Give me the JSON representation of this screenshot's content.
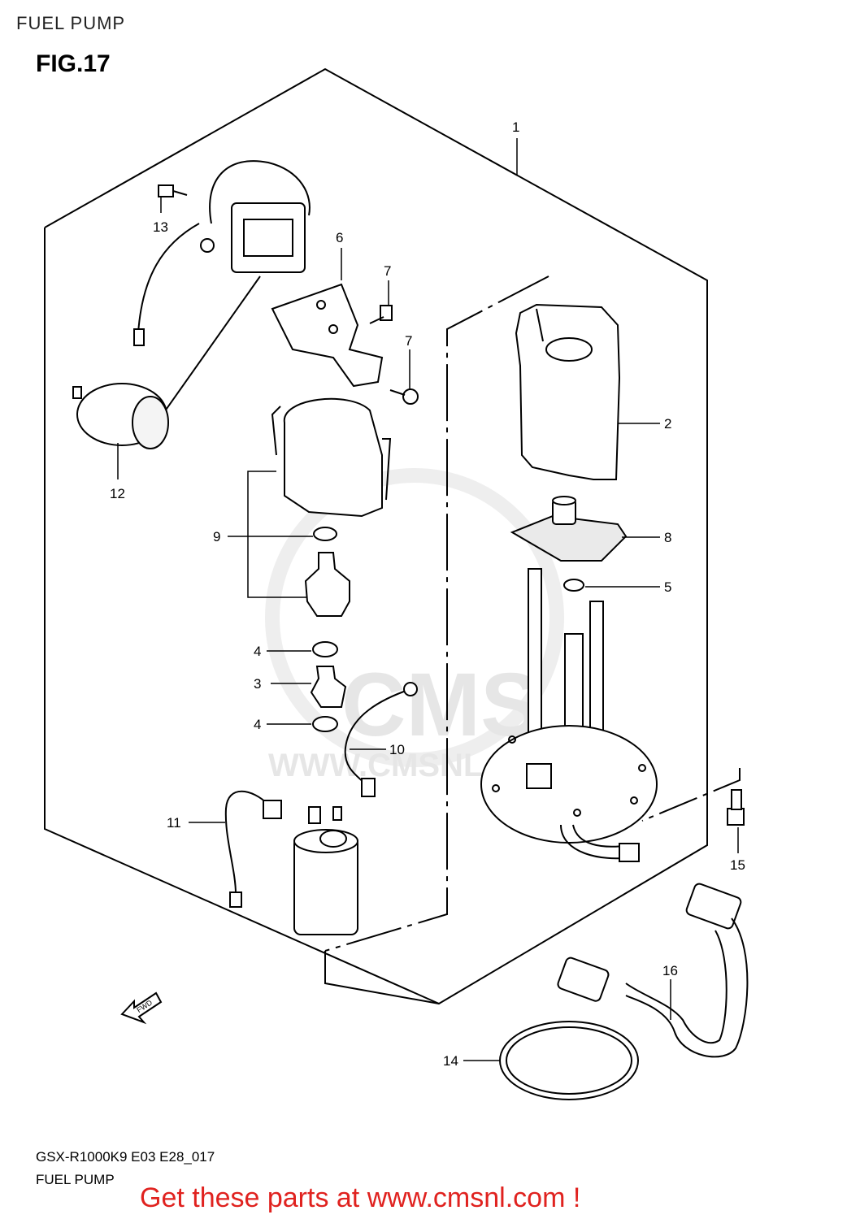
{
  "header": {
    "title": "FUEL PUMP"
  },
  "figure": {
    "label": "FIG.17"
  },
  "callouts": [
    {
      "id": "c1",
      "text": "1"
    },
    {
      "id": "c2",
      "text": "2"
    },
    {
      "id": "c3",
      "text": "3"
    },
    {
      "id": "c4a",
      "text": "4"
    },
    {
      "id": "c4b",
      "text": "4"
    },
    {
      "id": "c5",
      "text": "5"
    },
    {
      "id": "c6",
      "text": "6"
    },
    {
      "id": "c7a",
      "text": "7"
    },
    {
      "id": "c7b",
      "text": "7"
    },
    {
      "id": "c8",
      "text": "8"
    },
    {
      "id": "c9",
      "text": "9"
    },
    {
      "id": "c10",
      "text": "10"
    },
    {
      "id": "c11",
      "text": "11"
    },
    {
      "id": "c12",
      "text": "12"
    },
    {
      "id": "c13",
      "text": "13"
    },
    {
      "id": "c14",
      "text": "14"
    },
    {
      "id": "c15",
      "text": "15"
    },
    {
      "id": "c16",
      "text": "16"
    }
  ],
  "direction_marker": {
    "text": "FWD"
  },
  "watermark": {
    "brand": "CMS",
    "url": "WWW.CMSNL.COM"
  },
  "footer": {
    "model_code": "GSX-R1000K9 E03 E28_017",
    "section_name": "FUEL PUMP",
    "promo": "Get these parts at www.cmsnl.com !"
  },
  "colors": {
    "line": "#000000",
    "promo": "#e0221f",
    "watermark": "#e6e6e6"
  }
}
